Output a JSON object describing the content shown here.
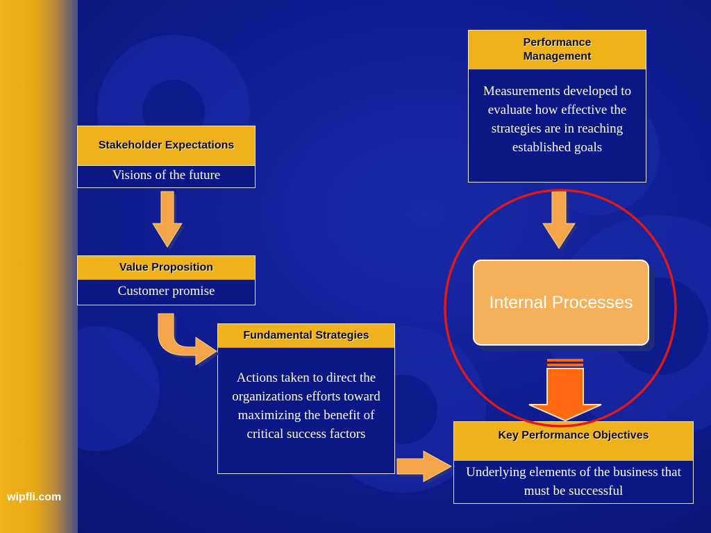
{
  "brand": "wipfli.com",
  "stakeholder": {
    "title": "Stakeholder Expectations",
    "body": "Visions of the future"
  },
  "value_prop": {
    "title": "Value Proposition",
    "body": "Customer promise"
  },
  "fundamental": {
    "title": "Fundamental Strategies",
    "body": "Actions taken to direct the organizations efforts toward maximizing the benefit of critical success factors"
  },
  "performance": {
    "title": "Performance Management",
    "body": "Measurements developed to evaluate how effective the strategies are in reaching established goals"
  },
  "internal": {
    "label": "Internal Processes"
  },
  "kpo": {
    "title": "Key Performance Objectives",
    "body": "Underlying elements of the business that must be successful"
  },
  "colors": {
    "header": "#efb21a",
    "arrow": "#f4a54a",
    "arrow_strong": "#ff6a10",
    "circle": "#e01818",
    "background": "#0d1a8f"
  }
}
